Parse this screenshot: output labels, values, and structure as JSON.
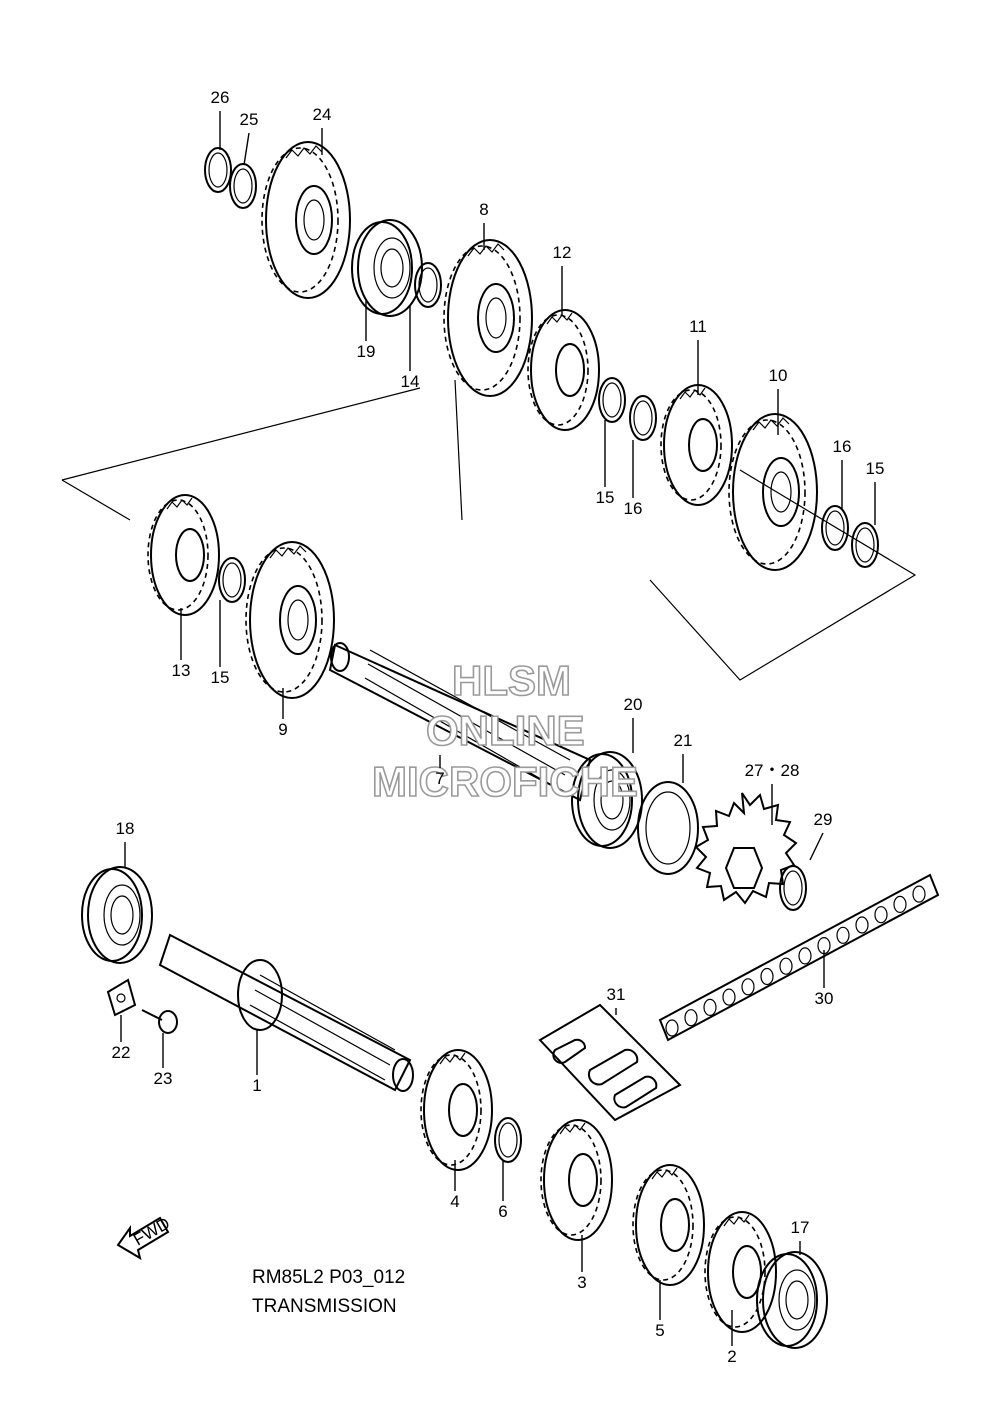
{
  "caption": {
    "code": "RM85L2 P03_012",
    "title": "TRANSMISSION"
  },
  "watermark": {
    "line1": "HLSM",
    "line2": "ONLINE",
    "line3": "MICROFICHE"
  },
  "fwd_icon": "FWD",
  "callouts": [
    {
      "label": "26"
    },
    {
      "label": "25"
    },
    {
      "label": "24"
    },
    {
      "label": "19"
    },
    {
      "label": "14"
    },
    {
      "label": "8"
    },
    {
      "label": "12"
    },
    {
      "label": "11"
    },
    {
      "label": "15"
    },
    {
      "label": "16"
    },
    {
      "label": "10"
    },
    {
      "label": "16"
    },
    {
      "label": "15"
    },
    {
      "label": "13"
    },
    {
      "label": "15"
    },
    {
      "label": "9"
    },
    {
      "label": "7"
    },
    {
      "label": "20"
    },
    {
      "label": "21"
    },
    {
      "label": "27・28"
    },
    {
      "label": "29"
    },
    {
      "label": "18"
    },
    {
      "label": "22"
    },
    {
      "label": "23"
    },
    {
      "label": "1"
    },
    {
      "label": "31"
    },
    {
      "label": "30"
    },
    {
      "label": "4"
    },
    {
      "label": "6"
    },
    {
      "label": "3"
    },
    {
      "label": "5"
    },
    {
      "label": "17"
    },
    {
      "label": "2"
    }
  ]
}
